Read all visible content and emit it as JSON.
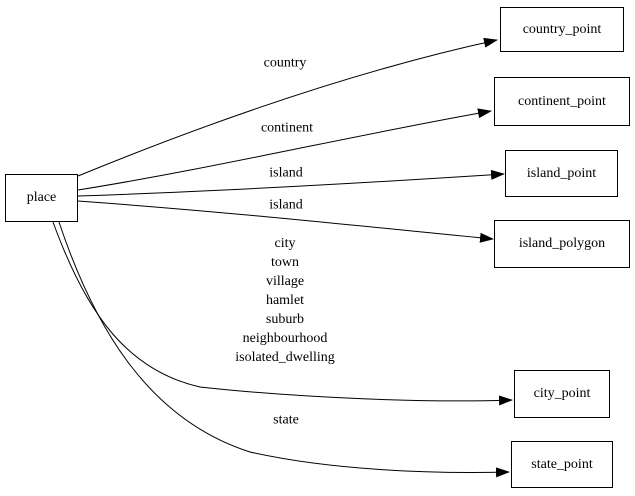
{
  "diagram": {
    "type": "directed-graph",
    "colors": {
      "background": "#ffffff",
      "node_border": "#000000",
      "edge": "#000000",
      "text": "#000000"
    },
    "nodes": [
      {
        "id": "place",
        "label": "place"
      },
      {
        "id": "country_point",
        "label": "country_point"
      },
      {
        "id": "continent_point",
        "label": "continent_point"
      },
      {
        "id": "island_point",
        "label": "island_point"
      },
      {
        "id": "island_polygon",
        "label": "island_polygon"
      },
      {
        "id": "city_point",
        "label": "city_point"
      },
      {
        "id": "state_point",
        "label": "state_point"
      }
    ],
    "edges": [
      {
        "from": "place",
        "to": "country_point",
        "label": "country"
      },
      {
        "from": "place",
        "to": "continent_point",
        "label": "continent"
      },
      {
        "from": "place",
        "to": "island_point",
        "label": "island"
      },
      {
        "from": "place",
        "to": "island_polygon",
        "label": "island"
      },
      {
        "from": "place",
        "to": "city_point",
        "label_lines": [
          "city",
          "town",
          "village",
          "hamlet",
          "suburb",
          "neighbourhood",
          "isolated_dwelling"
        ]
      },
      {
        "from": "place",
        "to": "state_point",
        "label": "state"
      }
    ]
  }
}
